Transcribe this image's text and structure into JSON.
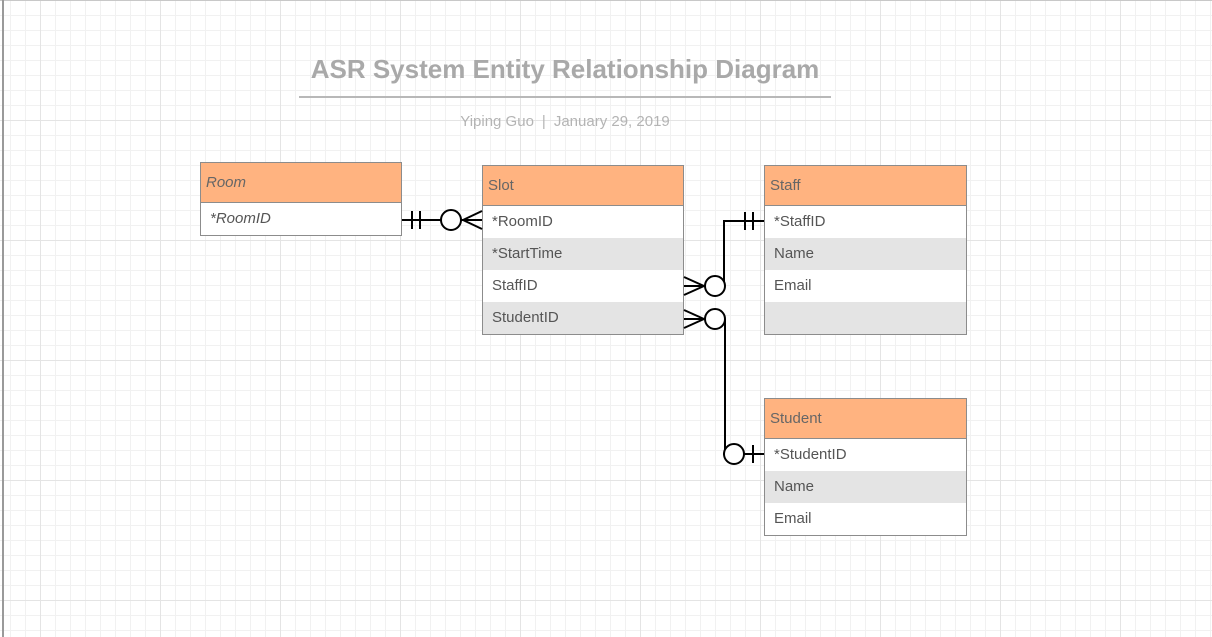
{
  "title": "ASR System Entity Relationship Diagram",
  "author": "Yiping Guo",
  "separator": "|",
  "date": "January 29, 2019",
  "entities": {
    "room": {
      "name": "Room",
      "fields": [
        "*RoomID"
      ]
    },
    "slot": {
      "name": "Slot",
      "fields": [
        "*RoomID",
        "*StartTime",
        "StaffID",
        "StudentID"
      ]
    },
    "staff": {
      "name": "Staff",
      "fields": [
        "*StaffID",
        "Name",
        "Email",
        ""
      ]
    },
    "student": {
      "name": "Student",
      "fields": [
        "*StudentID",
        "Name",
        "Email"
      ]
    }
  },
  "relationships": [
    {
      "from": "Room.RoomID",
      "from_cardinality": "one-and-only-one",
      "to": "Slot.RoomID",
      "to_cardinality": "zero-or-many"
    },
    {
      "from": "Staff.StaffID",
      "from_cardinality": "one-and-only-one",
      "to": "Slot.StaffID",
      "to_cardinality": "zero-or-many"
    },
    {
      "from": "Student.StudentID",
      "from_cardinality": "zero-or-one",
      "to": "Slot.StudentID",
      "to_cardinality": "zero-or-many"
    }
  ],
  "colors": {
    "header": "#ffb380",
    "alt_row": "#e4e4e4",
    "line": "#000000",
    "title": "#a9a9a9"
  }
}
